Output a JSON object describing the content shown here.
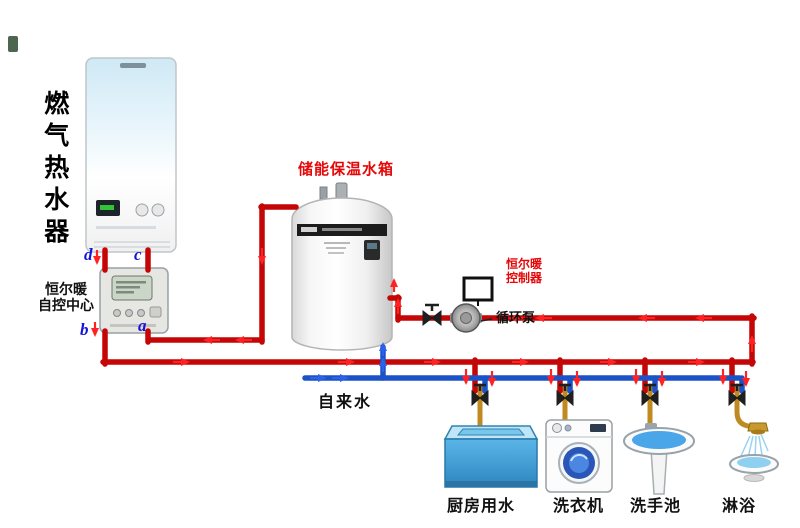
{
  "diagram": {
    "heater": {
      "label": "燃气热水器"
    },
    "control_center": {
      "line1": "恒尔暖",
      "line2": "自控中心"
    },
    "ports": {
      "a": "a",
      "b": "b",
      "c": "c",
      "d": "d"
    },
    "tank": {
      "label": "储能保温水箱"
    },
    "controller": {
      "line1": "恒尔暖",
      "line2": "控制器"
    },
    "pump": {
      "label": "循环泵"
    },
    "cold_water": {
      "label": "自来水"
    },
    "fixtures": [
      {
        "label": "厨房用水"
      },
      {
        "label": "洗衣机"
      },
      {
        "label": "洗手池"
      },
      {
        "label": "淋浴"
      }
    ],
    "legend_colors": {
      "hot_pipe": "#c40606",
      "cold_pipe": "#1b52c8",
      "brass_pipe": "#bf8a20",
      "annotation_red": "#e60808",
      "port_letter_blue": "#1414d8"
    }
  }
}
